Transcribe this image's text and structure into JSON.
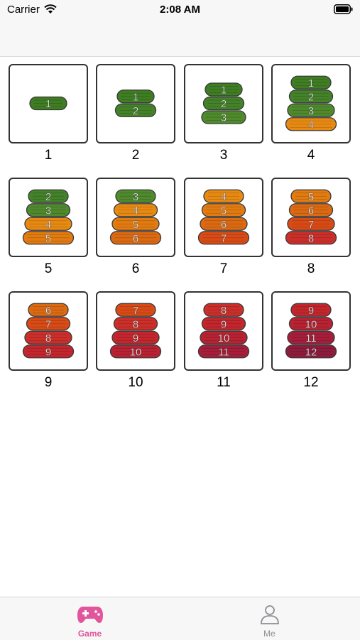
{
  "status_bar": {
    "carrier": "Carrier",
    "time": "2:08 AM",
    "icons": [
      "wifi-icon",
      "battery-icon"
    ]
  },
  "levels": [
    {
      "label": "1",
      "disks": [
        1
      ]
    },
    {
      "label": "2",
      "disks": [
        1,
        2
      ]
    },
    {
      "label": "3",
      "disks": [
        1,
        2,
        3
      ]
    },
    {
      "label": "4",
      "disks": [
        1,
        2,
        3,
        4
      ]
    },
    {
      "label": "5",
      "disks": [
        2,
        3,
        4,
        5
      ]
    },
    {
      "label": "6",
      "disks": [
        3,
        4,
        5,
        6
      ]
    },
    {
      "label": "7",
      "disks": [
        4,
        5,
        6,
        7
      ]
    },
    {
      "label": "8",
      "disks": [
        5,
        6,
        7,
        8
      ]
    },
    {
      "label": "9",
      "disks": [
        6,
        7,
        8,
        9
      ]
    },
    {
      "label": "10",
      "disks": [
        7,
        8,
        9,
        10
      ]
    },
    {
      "label": "11",
      "disks": [
        8,
        9,
        10,
        11
      ]
    },
    {
      "label": "12",
      "disks": [
        9,
        10,
        11,
        12
      ]
    }
  ],
  "disk_colors": {
    "1": "#3f7d23",
    "2": "#44822a",
    "3": "#4f8a2d",
    "4": "#e88a12",
    "5": "#e27b10",
    "6": "#dc6a12",
    "7": "#d94b16",
    "8": "#cc2f2a",
    "9": "#c4262d",
    "10": "#b82232",
    "11": "#a61e3a",
    "12": "#8e1c3c"
  },
  "tabs": [
    {
      "label": "Game",
      "icon": "gamepad-icon",
      "selected": true,
      "color": "#e0559b"
    },
    {
      "label": "Me",
      "icon": "person-icon",
      "selected": false,
      "color": "#8e8e93"
    }
  ]
}
